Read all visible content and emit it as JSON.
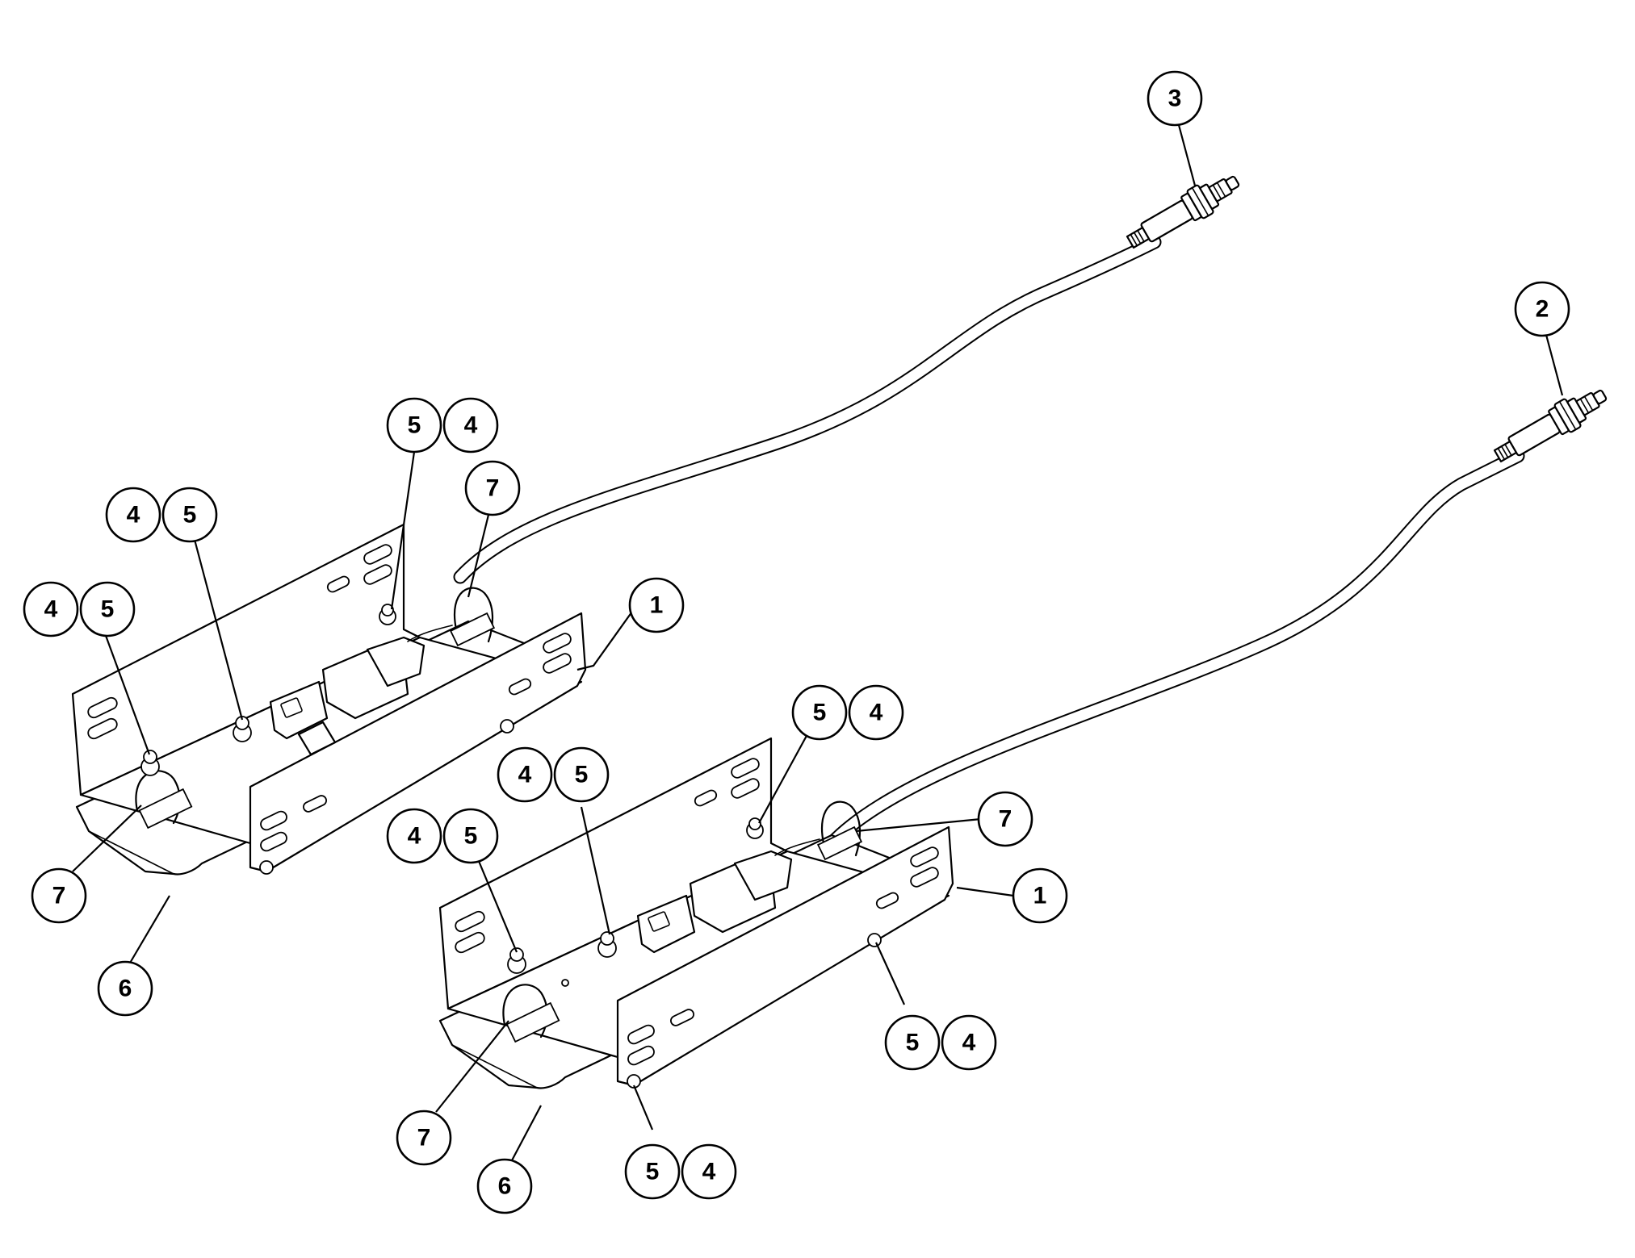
{
  "diagram": {
    "callouts": [
      {
        "label": "3"
      },
      {
        "label": "2"
      },
      {
        "label": "5"
      },
      {
        "label": "4"
      },
      {
        "label": "4"
      },
      {
        "label": "5"
      },
      {
        "label": "7"
      },
      {
        "label": "4"
      },
      {
        "label": "5"
      },
      {
        "label": "1"
      },
      {
        "label": "7"
      },
      {
        "label": "6"
      },
      {
        "label": "5"
      },
      {
        "label": "4"
      },
      {
        "label": "4"
      },
      {
        "label": "5"
      },
      {
        "label": "4"
      },
      {
        "label": "5"
      },
      {
        "label": "7"
      },
      {
        "label": "1"
      },
      {
        "label": "5"
      },
      {
        "label": "4"
      },
      {
        "label": "7"
      },
      {
        "label": "6"
      },
      {
        "label": "5"
      },
      {
        "label": "4"
      }
    ]
  }
}
